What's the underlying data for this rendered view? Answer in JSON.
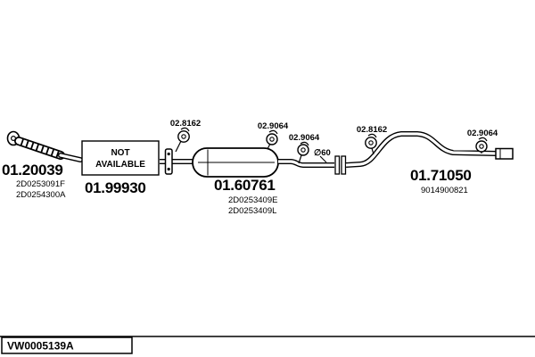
{
  "diagram": {
    "part_front_pipe": {
      "number": "01.20039",
      "ref1": "2D0253091F",
      "ref2": "2D0254300A"
    },
    "part_not_available": {
      "na_line1": "NOT",
      "na_line2": "AVAILABLE",
      "number": "01.99930"
    },
    "part_muffler": {
      "number": "01.60761",
      "ref1": "2D0253409E",
      "ref2": "2D0253409L"
    },
    "part_tail_pipe": {
      "number": "01.71050",
      "ref1": "9014900821"
    },
    "mounts": [
      {
        "label": "02.8162"
      },
      {
        "label": "02.9064"
      },
      {
        "label": "02.9064"
      },
      {
        "label": "02.8162"
      },
      {
        "label": "02.9064"
      }
    ],
    "annotations": {
      "diameter": "∅60"
    }
  },
  "title_block": {
    "code": "VW0005139A"
  },
  "colors": {
    "line": "#000000",
    "background": "#ffffff"
  }
}
